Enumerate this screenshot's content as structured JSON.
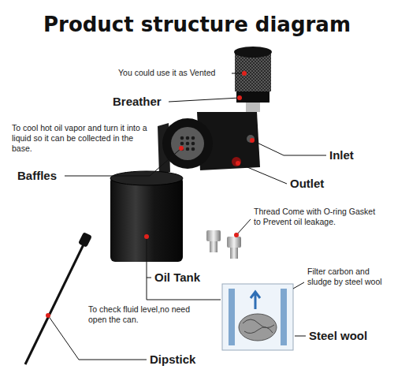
{
  "diagram": {
    "title": "Product structure diagram",
    "labels": [
      "You could use it as Vented",
      "Breather",
      "To cool hot oil vapor and turn it into a liquid so it can be collected in the base.",
      "Baffles",
      "Inlet",
      "Outlet",
      "Thread Come with O-ring Gasket to Prevent oil leakage.",
      "Oil Tank",
      "Filter carbon and sludge by steel wool",
      "Steel wool",
      "To check fluid level,no need open the can.",
      "Dipstick"
    ]
  }
}
